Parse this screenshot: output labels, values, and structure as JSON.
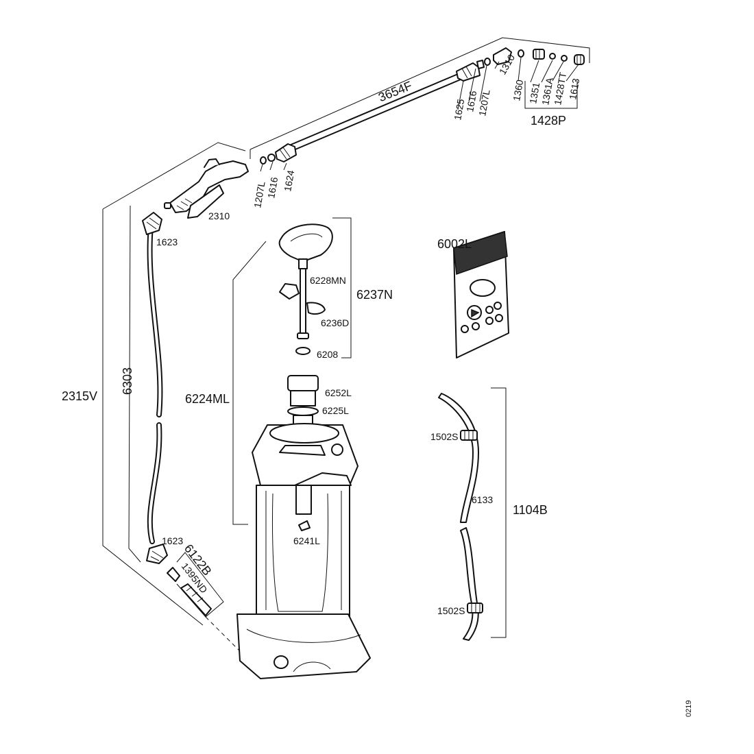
{
  "labels": {
    "lance": "3654F",
    "nozzle_set": "1428P",
    "n1625": "1625",
    "n1616_top": "1616",
    "n1207L_top": "1207L",
    "n1310": "1310",
    "n1360": "1360",
    "n1351": "1351",
    "n1361A": "1361A",
    "n1428TT": "1428TT",
    "n1613": "1613",
    "n1207L_bottom": "1207L",
    "n1616_bottom": "1616",
    "n1624": "1624",
    "handle": "2310",
    "hose_nut_top": "1623",
    "hose_nut_bottom": "1623",
    "hose": "6303",
    "hose_assembly": "2315V",
    "pump_group": "6237N",
    "pump_handle": "6228MN",
    "clip": "6236D",
    "valve": "6208",
    "tank_group": "6224ML",
    "seal_ring": "6252L",
    "o_ring": "6225L",
    "bottom_valve": "6241L",
    "filter": "6122B",
    "connector": "1395ND",
    "label_sheet": "6002L",
    "strap_clip_top": "1502S",
    "strap_clip_bottom": "1502S",
    "strap": "6133",
    "strap_assembly": "1104B",
    "code": "0219"
  },
  "colors": {
    "line": "#111111",
    "background": "#ffffff",
    "fill_dark": "#333333"
  }
}
